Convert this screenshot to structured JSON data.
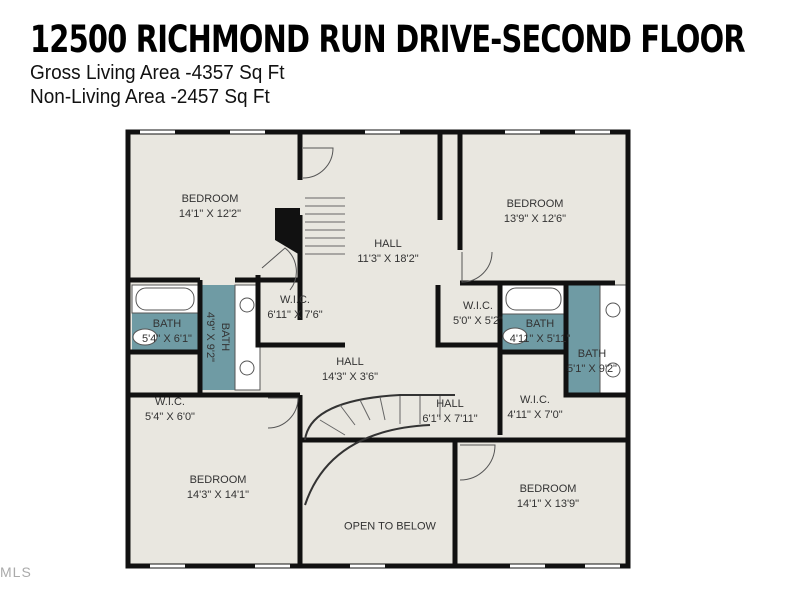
{
  "header": {
    "title": "12500 RICHMOND RUN DRIVE-SECOND FLOOR",
    "gross_living": "Gross Living Area -4357 Sq Ft",
    "non_living": "Non-Living Area -2457 Sq Ft"
  },
  "colors": {
    "wall": "#111111",
    "floor": "#e9e7e0",
    "bath": "#6f9ba4",
    "fixture": "#ffffff"
  },
  "rooms": [
    {
      "name": "BEDROOM",
      "dims": "14'1\" X 12'2\""
    },
    {
      "name": "HALL",
      "dims": "11'3\" X 18'2\""
    },
    {
      "name": "BEDROOM",
      "dims": "13'9\" X 12'6\""
    },
    {
      "name": "BATH",
      "dims": "5'4\" X 6'1\""
    },
    {
      "name": "BATH",
      "dims": "4'9\" X 9'2\""
    },
    {
      "name": "W.I.C.",
      "dims": "6'11\" X 7'6\""
    },
    {
      "name": "W.I.C.",
      "dims": "5'0\" X 5'2\""
    },
    {
      "name": "BATH",
      "dims": "4'11\" X 5'11\""
    },
    {
      "name": "BATH",
      "dims": "5'1\" X 9'2\""
    },
    {
      "name": "HALL",
      "dims": "14'3\" X 3'6\""
    },
    {
      "name": "W.I.C.",
      "dims": "5'4\" X 6'0\""
    },
    {
      "name": "HALL",
      "dims": "6'1\" X 7'11\""
    },
    {
      "name": "W.I.C.",
      "dims": "4'11\" X 7'0\""
    },
    {
      "name": "BEDROOM",
      "dims": "14'3\" X 14'1\""
    },
    {
      "name": "OPEN TO BELOW",
      "dims": ""
    },
    {
      "name": "BEDROOM",
      "dims": "14'1\" X 13'9\""
    }
  ],
  "watermark": "MLS"
}
